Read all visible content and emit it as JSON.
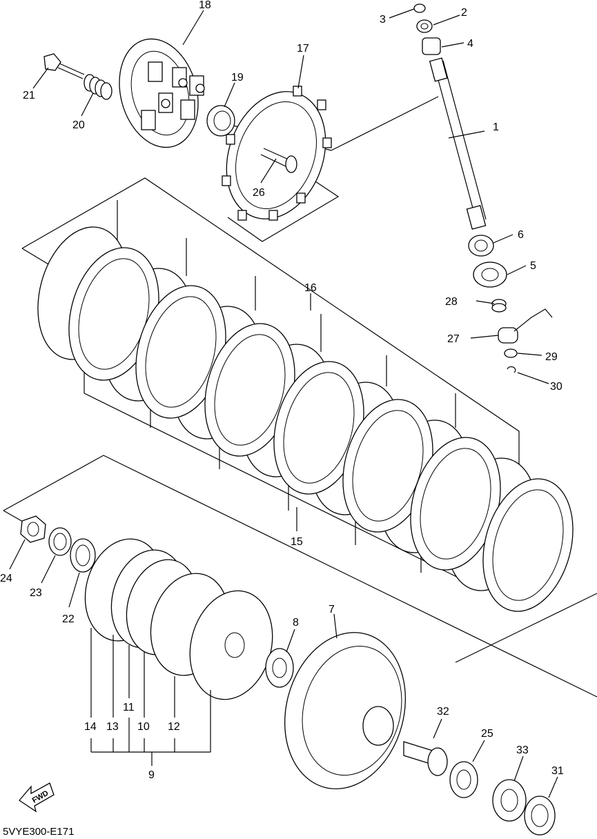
{
  "diagram_code": "5VYE300-E171",
  "fwd_label": "FWD",
  "callouts": {
    "c1": "1",
    "c2": "2",
    "c3": "3",
    "c4": "4",
    "c5": "5",
    "c6": "6",
    "c7": "7",
    "c8": "8",
    "c9": "9",
    "c10": "10",
    "c11": "11",
    "c12": "12",
    "c13": "13",
    "c14": "14",
    "c15": "15",
    "c16": "16",
    "c17": "17",
    "c18": "18",
    "c19": "19",
    "c20": "20",
    "c21": "21",
    "c22": "22",
    "c23": "23",
    "c24": "24",
    "c25": "25",
    "c26": "26",
    "c27": "27",
    "c28": "28",
    "c29": "29",
    "c30": "30",
    "c31": "31",
    "c32": "32",
    "c33": "33"
  }
}
